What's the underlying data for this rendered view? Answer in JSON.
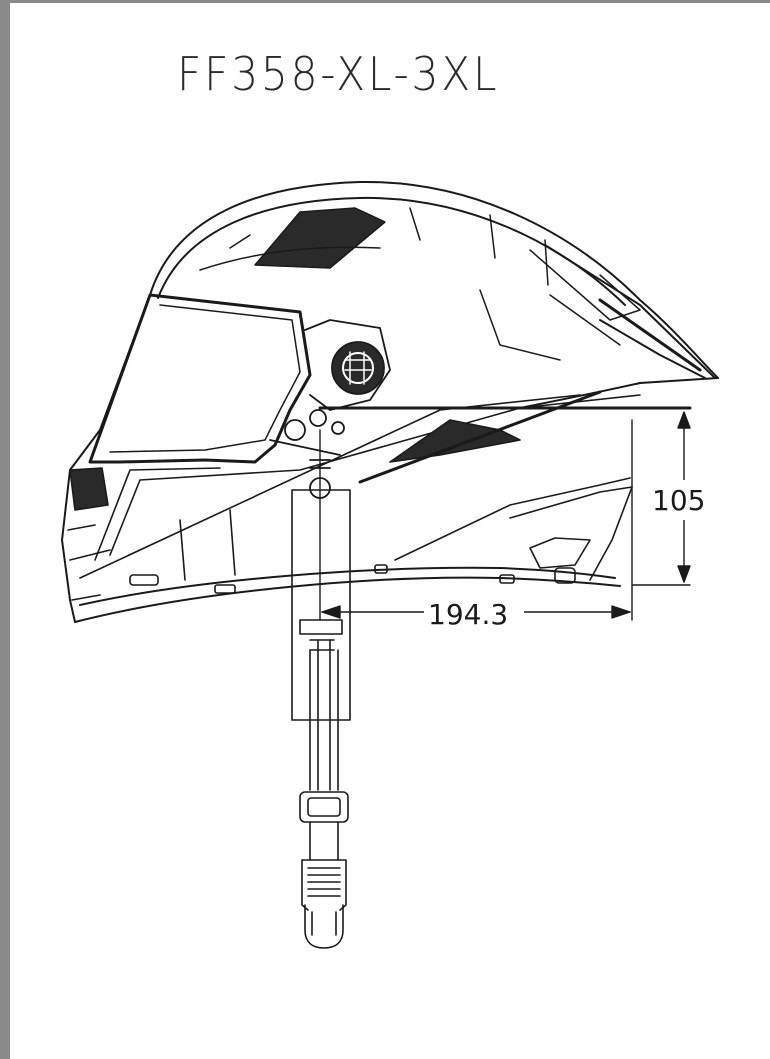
{
  "drawing": {
    "title": "FF358-XL-3XL",
    "dimensions": {
      "height_label": "105",
      "length_label": "194.3"
    }
  },
  "colors": {
    "line": "#1a1a1a",
    "frame": "#8a8a8a",
    "background": "#ffffff"
  }
}
